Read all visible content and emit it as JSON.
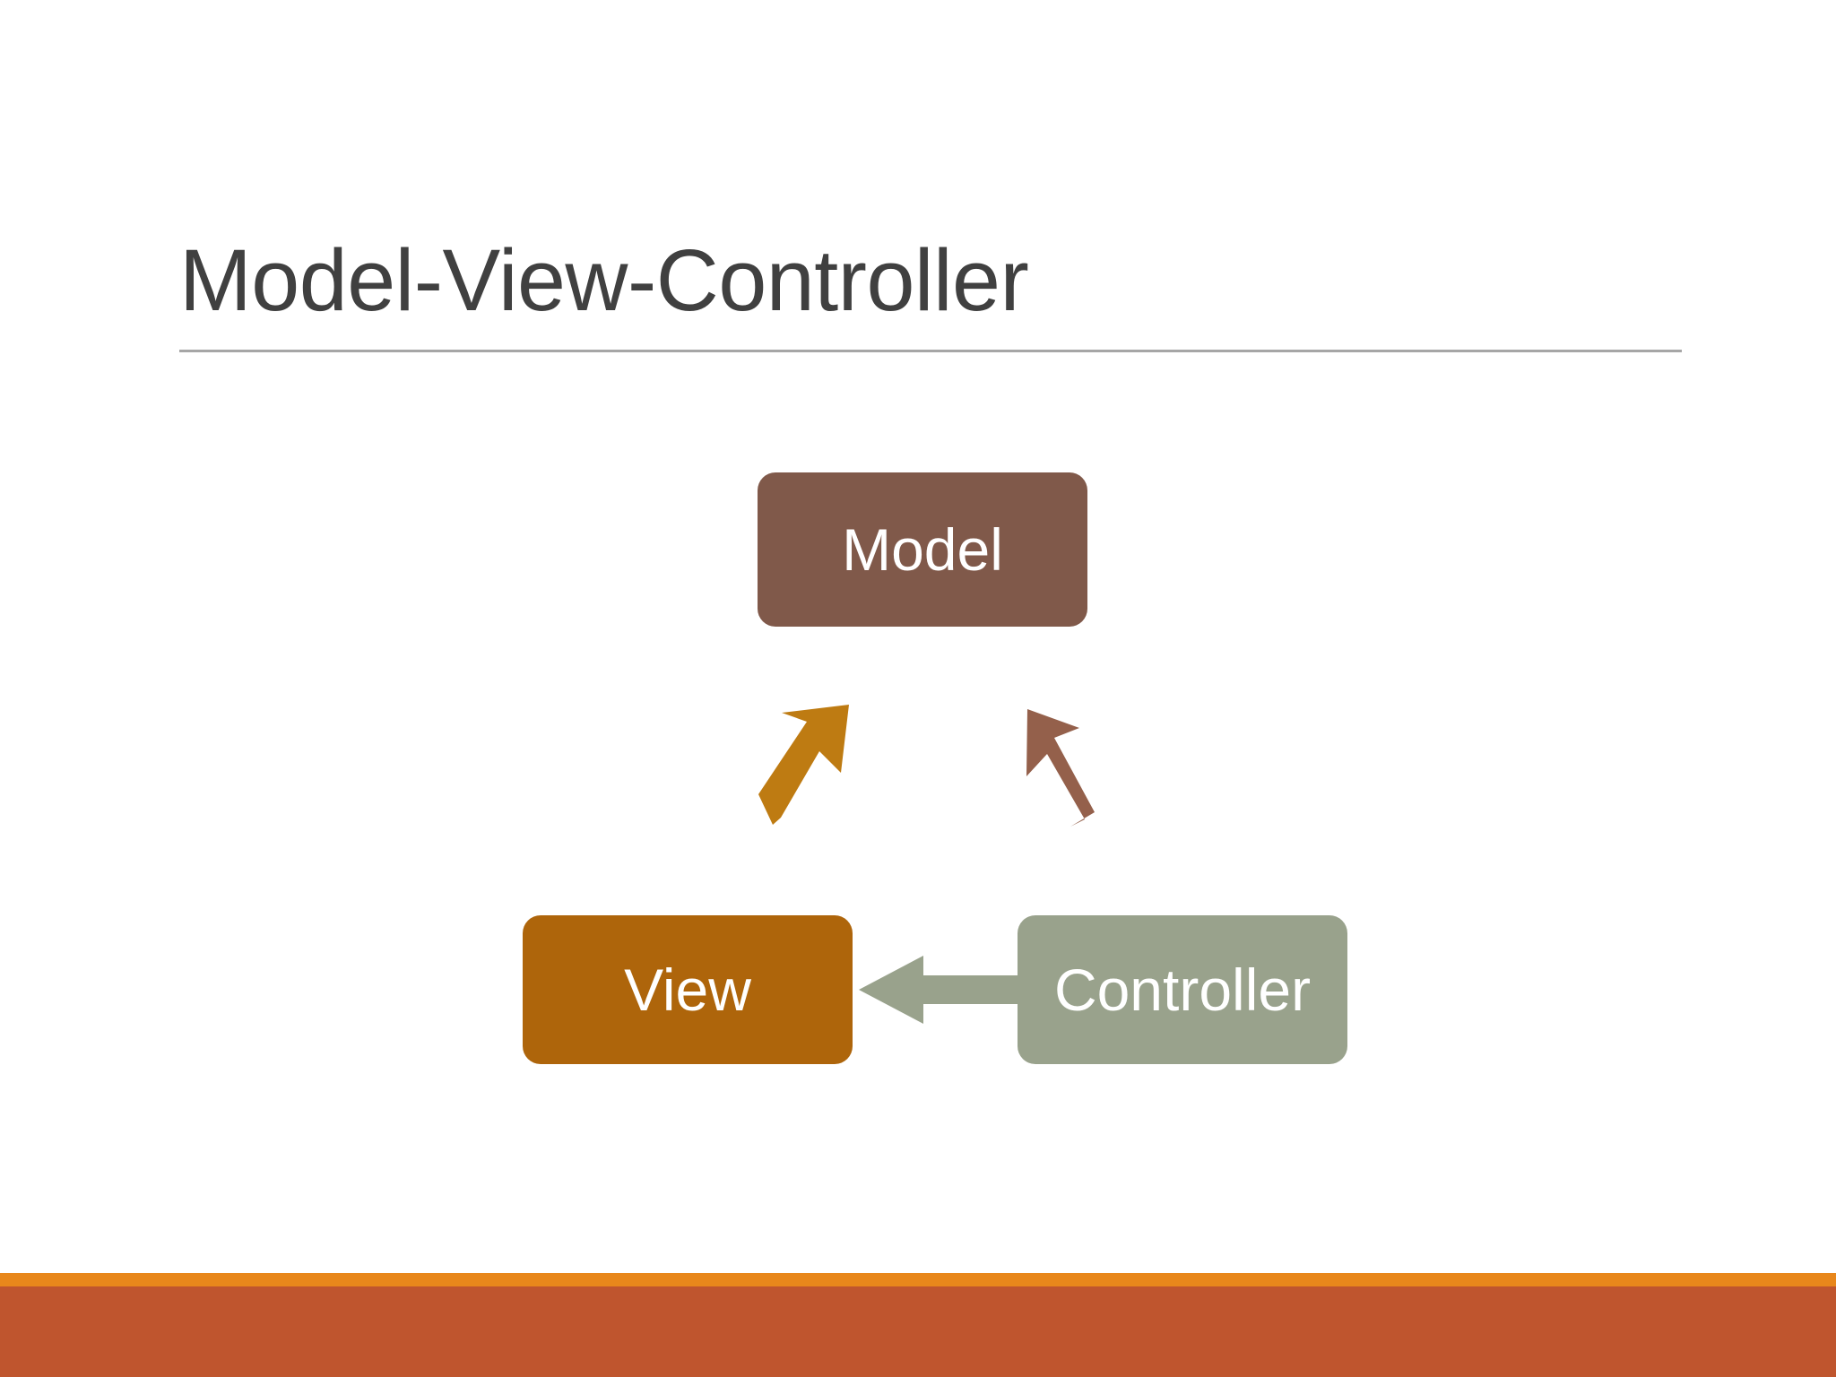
{
  "slide": {
    "title": "Model-View-Controller",
    "background_color": "#ffffff",
    "title_color": "#404040",
    "rule_color": "#a6a6a6"
  },
  "diagram": {
    "type": "cycle-diagram",
    "nodes": [
      {
        "id": "model",
        "label": "Model",
        "fill": "#80594a",
        "text_color": "#ffffff"
      },
      {
        "id": "view",
        "label": "View",
        "fill": "#ae650b",
        "text_color": "#ffffff"
      },
      {
        "id": "controller",
        "label": "Controller",
        "fill": "#99a28c",
        "text_color": "#ffffff"
      }
    ],
    "arrows": [
      {
        "id": "view-to-model",
        "from": "view",
        "to": "model",
        "color": "#be7b12",
        "direction": "up-right"
      },
      {
        "id": "controller-to-model",
        "from": "controller",
        "to": "model",
        "color": "#94604b",
        "direction": "up-left"
      },
      {
        "id": "controller-to-view",
        "from": "controller",
        "to": "view",
        "color": "#99a28c",
        "direction": "left"
      }
    ]
  },
  "footer": {
    "bar_top_color": "#e8871b",
    "bar_bottom_color": "#bf552e"
  }
}
